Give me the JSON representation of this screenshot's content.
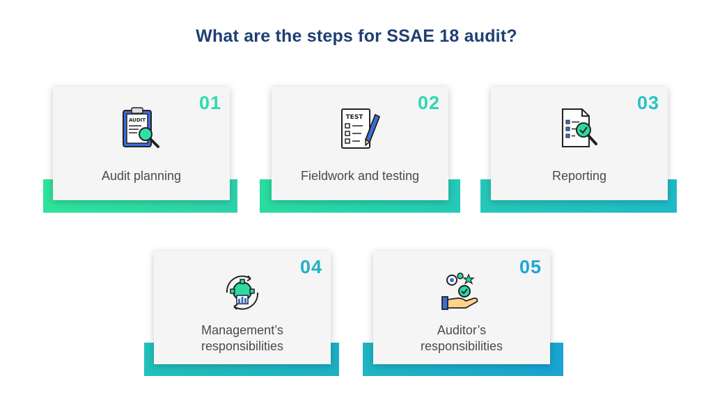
{
  "title": "What are the steps for SSAE 18 audit?",
  "steps": [
    {
      "number": "01",
      "label_lines": [
        "Audit planning"
      ],
      "icon": "audit-clipboard-magnifier-icon",
      "number_color": "#2fdcab",
      "accent_color": "#2ed9a4"
    },
    {
      "number": "02",
      "label_lines": [
        "Fieldwork and testing"
      ],
      "icon": "test-checklist-pencil-icon",
      "number_color": "#2fd8b0",
      "accent_color": "#26cdb2"
    },
    {
      "number": "03",
      "label_lines": [
        "Reporting"
      ],
      "icon": "report-document-magnifier-icon",
      "number_color": "#27c3c4",
      "accent_color": "#22c0c7"
    },
    {
      "number": "04",
      "label_lines": [
        "Management’s",
        "responsibilities"
      ],
      "icon": "management-gear-cycle-icon",
      "number_color": "#22afc7",
      "accent_color": "#1fb2c3"
    },
    {
      "number": "05",
      "label_lines": [
        "Auditor’s",
        "responsibilities"
      ],
      "icon": "auditor-hand-gears-icon",
      "number_color": "#1ca6d2",
      "accent_color": "#1aa7d0"
    }
  ]
}
